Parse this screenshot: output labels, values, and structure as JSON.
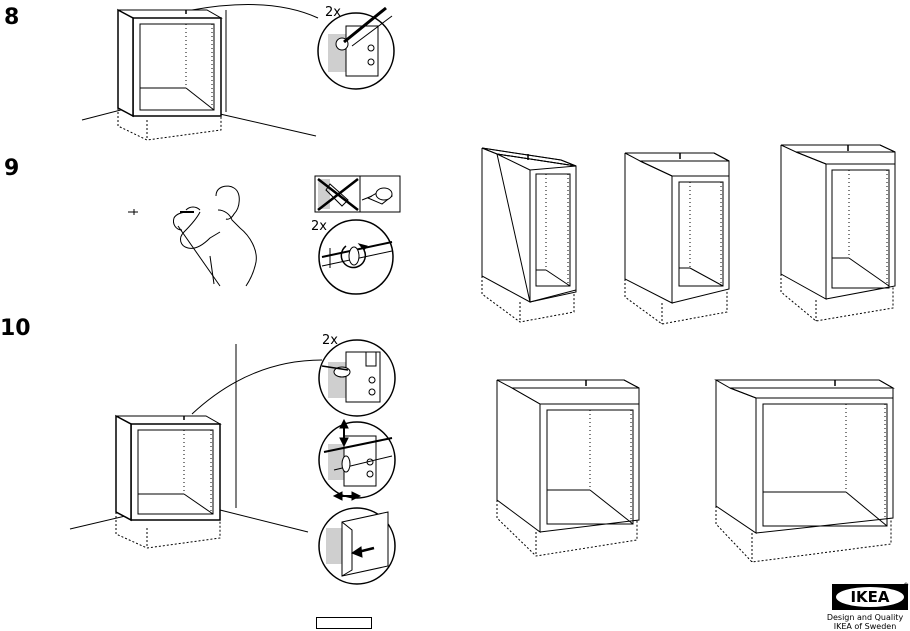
{
  "steps": [
    {
      "number": "8",
      "quantity": "2x"
    },
    {
      "number": "9",
      "quantity": "2x"
    },
    {
      "number": "10",
      "quantity": "2x"
    }
  ],
  "brand": {
    "logo_text": "IKEA",
    "registered": "®",
    "tagline_line1": "Design and Quality",
    "tagline_line2": "IKEA of Sweden"
  },
  "colors": {
    "ink": "#000000",
    "paper": "#ffffff",
    "logo_blue": "#000000"
  }
}
